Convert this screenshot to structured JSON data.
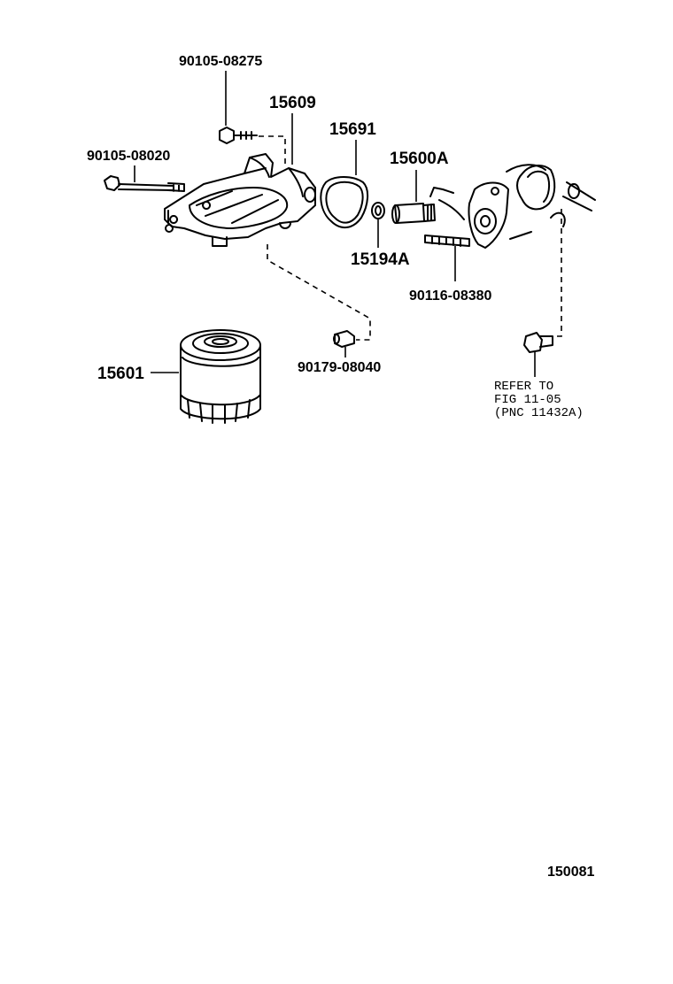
{
  "labels": {
    "p_90105_08275": "90105-08275",
    "p_15609": "15609",
    "p_15691": "15691",
    "p_90105_08020": "90105-08020",
    "p_15600a": "15600A",
    "p_15194a": "15194A",
    "p_90116_08380": "90116-08380",
    "p_90179_08040": "90179-08040",
    "p_15601": "15601",
    "refer_line1": "REFER TO",
    "refer_line2": "FIG 11-05",
    "refer_line3": "(PNC 11432A)",
    "figure_number": "150081"
  },
  "icons": [
    "bolt-icon",
    "filter-bracket-icon",
    "gasket-icon",
    "o-ring-icon",
    "relief-valve-icon",
    "stud-icon",
    "oil-pump-cover-icon",
    "plug-icon",
    "oil-filter-icon"
  ]
}
